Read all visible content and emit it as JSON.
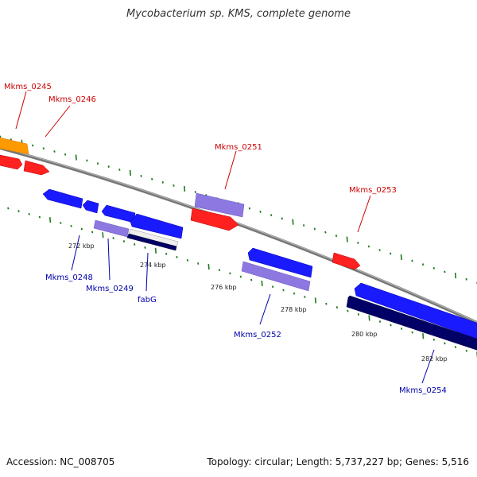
{
  "title": "Mycobacterium sp. KMS, complete genome",
  "accession": "Accession: NC_008705",
  "summary": "Topology: circular; Length: 5,737,227 bp; Genes: 5,516",
  "ticks": [
    {
      "label": "272 kbp"
    },
    {
      "label": "274 kbp"
    },
    {
      "label": "276 kbp"
    },
    {
      "label": "278 kbp"
    },
    {
      "label": "280 kbp"
    },
    {
      "label": "282 kbp"
    }
  ],
  "gene_labels": [
    {
      "text": "Mkms_0245",
      "color": "#cc0000"
    },
    {
      "text": "Mkms_0246",
      "color": "#cc0000"
    },
    {
      "text": "Mkms_0251",
      "color": "#cc0000"
    },
    {
      "text": "Mkms_0253",
      "color": "#cc0000"
    },
    {
      "text": "Mkms_0248",
      "color": "#0000aa"
    },
    {
      "text": "Mkms_0249",
      "color": "#0000aa"
    },
    {
      "text": "fabG",
      "color": "#0000aa"
    },
    {
      "text": "Mkms_0252",
      "color": "#0000aa"
    },
    {
      "text": "Mkms_0254",
      "color": "#0000aa"
    }
  ],
  "colors": {
    "red": "#ff2020",
    "orange": "#ff9900",
    "blue": "#1a1aff",
    "lavender": "#8c78e0",
    "navy": "#000066",
    "white_gene": "#eeeeee",
    "backbone": "#888888",
    "tick_green": "#1e7a1e"
  }
}
